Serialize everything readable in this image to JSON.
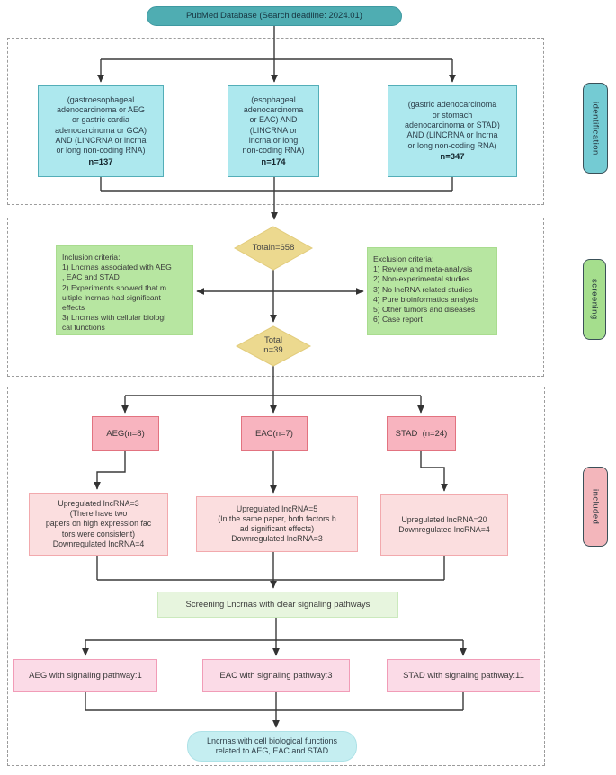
{
  "header": {
    "title": "PubMed Database  (Search deadline: 2024.01)"
  },
  "side_labels": {
    "identification": "identification",
    "screening": "screening",
    "included": "included"
  },
  "search_boxes": [
    {
      "query": "(gastroesophageal\nadenocarcinoma or AEG\nor gastric cardia\nadenocarcinoma or GCA)\nAND (LINCRNA or lncrna\nor long non-coding RNA)",
      "count": "n=137"
    },
    {
      "query": "(esophageal\nadenocarcinoma\nor EAC) AND\n(LINCRNA or\nlncrna or long\nnon-coding RNA)",
      "count": "n=174"
    },
    {
      "query": "(gastric adenocarcinoma\nor stomach\nadenocarcinoma or STAD)\nAND (LINCRNA or lncrna\nor long non-coding RNA)",
      "count": "n=347"
    }
  ],
  "screening": {
    "total_found": "Totaln=658",
    "inclusion_criteria": "Inclusion criteria:\n1) Lncrnas associated with AEG\n, EAC and STAD\n2) Experiments showed that m\nultiple lncrnas had significant\neffects\n3) Lncrnas with cellular biologi\ncal functions",
    "exclusion_criteria": "Exclusion criteria:\n1) Review and meta-analysis\n2) Non-experimental studies\n3) No lncRNA related studies\n4) Pure bioinformatics analysis\n5) Other tumors and diseases\n6) Case report",
    "total_included": "Total\nn=39"
  },
  "groups": [
    {
      "label": "AEG(n=8)",
      "detail": "Upregulated lncRNA=3\n(There have two\npapers on high expression fac\ntors were consistent)\nDownregulated lncRNA=4",
      "pathway": "AEG with signaling pathway:1"
    },
    {
      "label": "EAC(n=7)",
      "detail": "Upregulated lncRNA=5\n(In the same paper, both factors h\nad significant effects)\nDownregulated lncRNA=3",
      "pathway": "EAC with signaling pathway:3"
    },
    {
      "label": "STAD  (n=24)",
      "detail": "Upregulated lncRNA=20\nDownregulated lncRNA=4",
      "pathway": "STAD with signaling pathway:11"
    }
  ],
  "pathway_filter": {
    "label": "Screening Lncrnas with clear signaling pathways"
  },
  "conclusion": {
    "label": "Lncrnas with cell biological functions\nrelated to AEG, EAC and STAD"
  },
  "colors": {
    "teal_header": "#4FADB2",
    "cyan_box": "#ADE8EE",
    "cyan_border": "#53AEB8",
    "green_box": "#B7E6A1",
    "green_label": "#A5DE8D",
    "diamond": "#ECD98F",
    "pink_box": "#F8B4BF",
    "pink_border": "#E27380",
    "light_pink_box": "#FBDEDF",
    "rose_box": "#FBDBE7",
    "rose_border": "#F19CB7",
    "light_green_bar": "#E7F5DE",
    "light_cyan_pill": "#C5EEF1",
    "label_pink": "#F3B6BB",
    "line": "#3A3A3A"
  }
}
